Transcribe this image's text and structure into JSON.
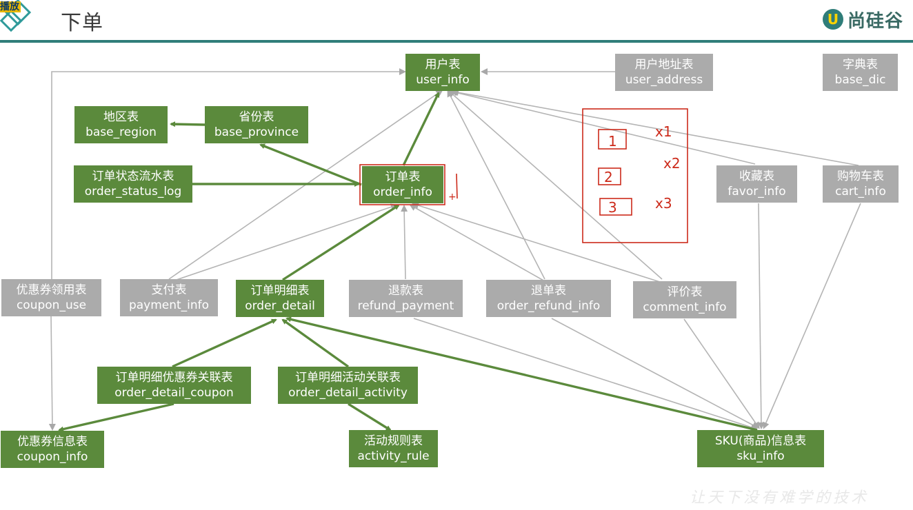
{
  "header": {
    "title": "下单",
    "brand": "尚硅谷",
    "brand_mark": "U",
    "corner_badge": "播放"
  },
  "nodes": {
    "user_info": {
      "cn": "用户表",
      "en": "user_info"
    },
    "user_address": {
      "cn": "用户地址表",
      "en": "user_address"
    },
    "base_dic": {
      "cn": "字典表",
      "en": "base_dic"
    },
    "base_region": {
      "cn": "地区表",
      "en": "base_region"
    },
    "base_province": {
      "cn": "省份表",
      "en": "base_province"
    },
    "order_status_log": {
      "cn": "订单状态流水表",
      "en": "order_status_log"
    },
    "order_info": {
      "cn": "订单表",
      "en": "order_info"
    },
    "favor_info": {
      "cn": "收藏表",
      "en": "favor_info"
    },
    "cart_info": {
      "cn": "购物车表",
      "en": "cart_info"
    },
    "coupon_use": {
      "cn": "优惠券领用表",
      "en": "coupon_use"
    },
    "payment_info": {
      "cn": "支付表",
      "en": "payment_info"
    },
    "order_detail": {
      "cn": "订单明细表",
      "en": "order_detail"
    },
    "refund_payment": {
      "cn": "退款表",
      "en": "refund_payment"
    },
    "order_refund_info": {
      "cn": "退单表",
      "en": "order_refund_info"
    },
    "comment_info": {
      "cn": "评价表",
      "en": "comment_info"
    },
    "order_detail_coupon": {
      "cn": "订单明细优惠券关联表",
      "en": "order_detail_coupon"
    },
    "order_detail_activity": {
      "cn": "订单明细活动关联表",
      "en": "order_detail_activity"
    },
    "coupon_info": {
      "cn": "优惠券信息表",
      "en": "coupon_info"
    },
    "activity_rule": {
      "cn": "活动规则表",
      "en": "activity_rule"
    },
    "sku_info": {
      "cn": "SKU(商品)信息表",
      "en": "sku_info"
    }
  },
  "annotations": {
    "box_items": [
      "1",
      "2",
      "3"
    ],
    "box_marks": [
      "x1",
      "x2",
      "x3"
    ],
    "plus_mark": "+"
  },
  "colors": {
    "primary_table": "#5b8a3c",
    "secondary_table": "#ababab",
    "strong_edge": "#5b8a3c",
    "weak_edge": "#b4b4b4",
    "annotation": "#cc2a1a",
    "header_rule": "#2f7d79"
  },
  "watermark": "让天下没有难学的技术"
}
